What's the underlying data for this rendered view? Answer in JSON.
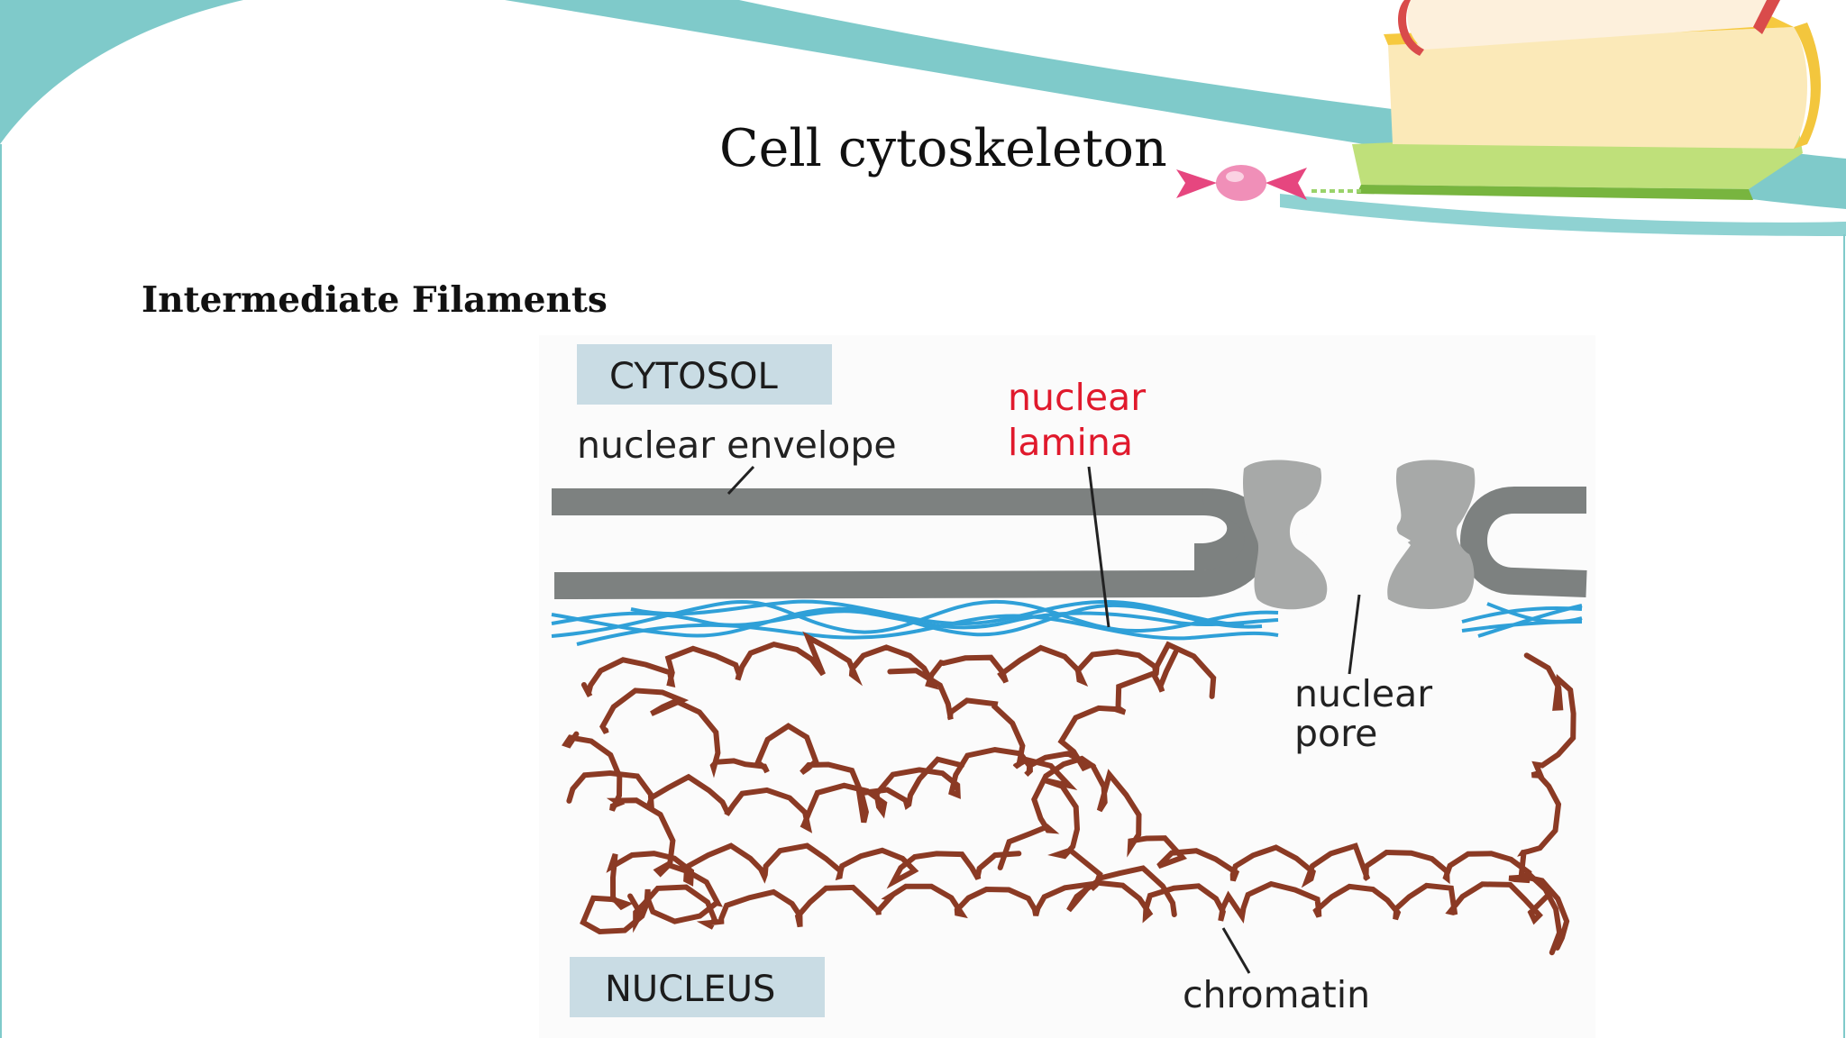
{
  "slide": {
    "title": "Cell cytoskeleton",
    "section_heading": "Intermediate Filaments"
  },
  "diagram": {
    "region_labels": {
      "cytosol": "CYTOSOL",
      "nucleus": "NUCLEUS"
    },
    "labels": {
      "nuclear_envelope": "nuclear envelope",
      "nuclear_lamina_line1": "nuclear",
      "nuclear_lamina_line2": "lamina",
      "nuclear_pore_line1": "nuclear",
      "nuclear_pore_line2": "pore",
      "chromatin": "chromatin"
    },
    "colors": {
      "envelope": "#7d8180",
      "pore": "#a7a9a8",
      "lamina": "#2fa0d8",
      "chromatin": "#8b3a24",
      "lamina_label": "#e0192c",
      "region_box": "#c9dce4",
      "banner_teal": "#7fcaca"
    }
  },
  "decor": {
    "icons": [
      "books-stack-icon",
      "candy-icon"
    ]
  }
}
